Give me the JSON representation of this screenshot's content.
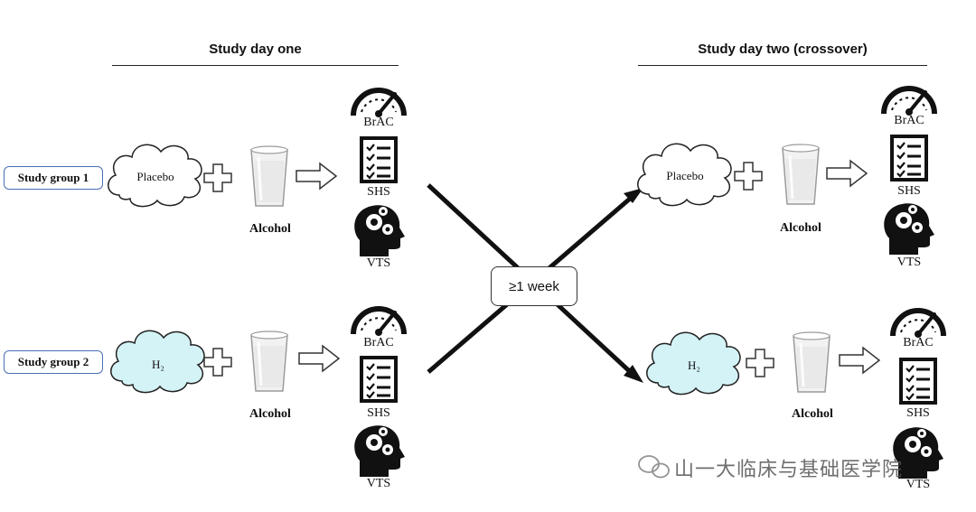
{
  "day_one": {
    "title": "Study day one"
  },
  "day_two": {
    "title": "Study day two (crossover)"
  },
  "groups": [
    {
      "label": "Study group 1",
      "gas_label": "Placebo"
    },
    {
      "label": "Study group 2",
      "gas_label": "H₂"
    }
  ],
  "alcohol_label": "Alcohol",
  "measures": {
    "brac": "BrAC",
    "shs": "SHS",
    "vts": "VTS"
  },
  "interval_label": "≥1 week",
  "watermark_text": "山一大临床与基础医学院",
  "colors": {
    "cloud_h2": "#d4f3f7",
    "cloud_placebo": "#ffffff",
    "group_border": "#4a6fb5"
  },
  "icons": [
    "cloud-icon",
    "plus-icon",
    "glass-icon",
    "arrow-right-icon",
    "speedometer-icon",
    "checklist-icon",
    "head-gears-icon",
    "wechat-icon"
  ]
}
